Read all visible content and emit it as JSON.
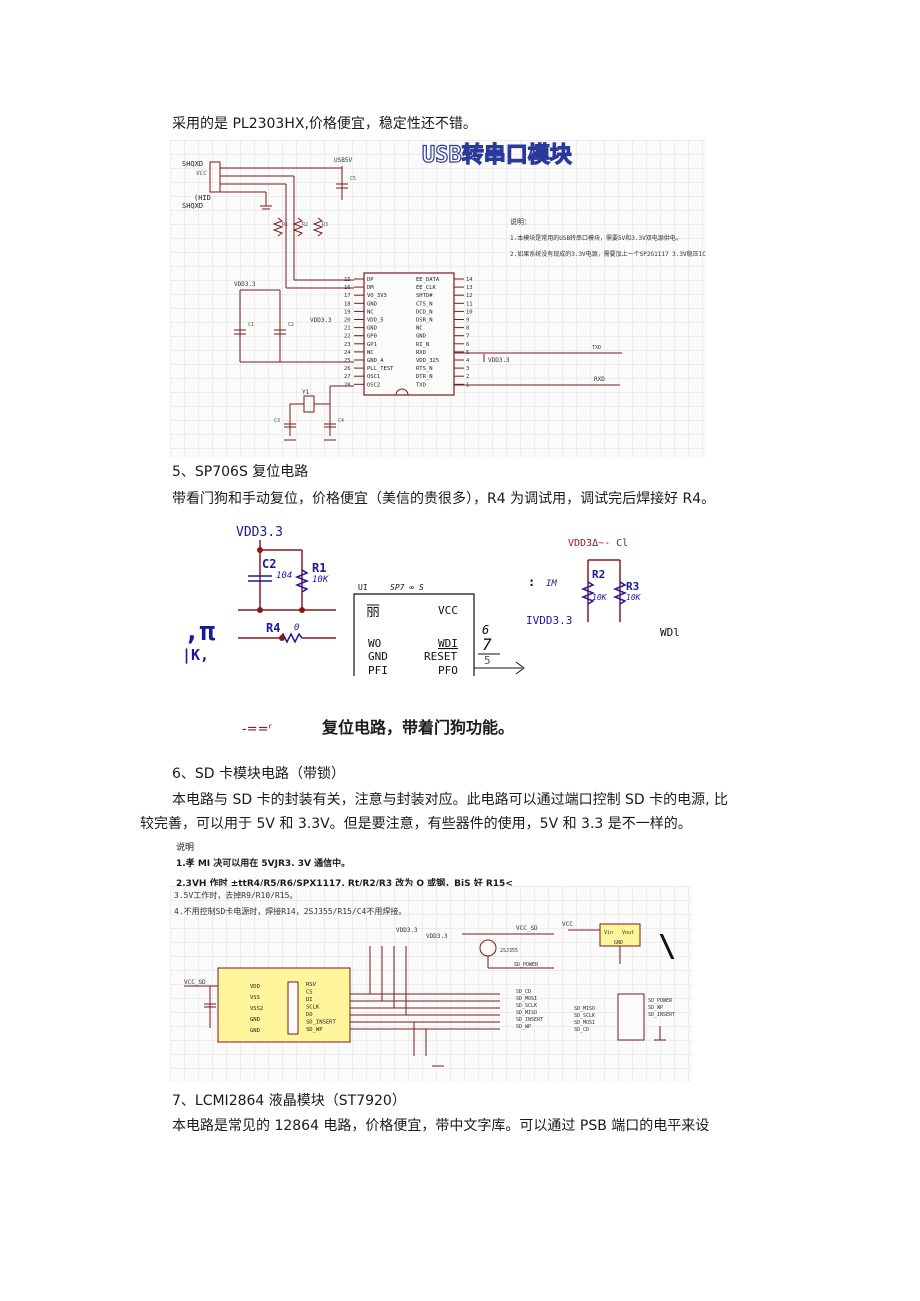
{
  "paragraphs": {
    "p1": "采用的是 PL2303HX,价格便宜，稳定性还不错。",
    "h5": "5、SP706S 复位电路",
    "p5": "带看门狗和手动复位，价格便宜（美信的贵很多），R4 为调试用，调试完后焊接好 R4。",
    "caption5": "复位电路，带着门狗功能。",
    "caption5_prefix": "-==ʳ",
    "h6": "6、SD 卡模块电路（带锁）",
    "p6a": "本电路与 SD 卡的封装有关，注意与封装对应。此电路可以通过端口控制 SD 卡的电源, 比",
    "p6b": "较完善，可以用于 5V 和 3.3V。但是要注意，有些器件的使用，5V 和 3.3 是不一样的。",
    "h7": "7、LCMI2864 液晶模块（ST7920）",
    "p7": "本电路是常见的 12864 电路，价格便宜，带中文字库。可以通过 PSB 端口的电平来设"
  },
  "usb_figure": {
    "title": "USB转串口模块",
    "note_title": "说明：",
    "note1": "1.本模块是常用的USB转串口模块，需要5V和3.3V双电源供电。",
    "note2": "2.如果系统没有现成的3.3V电源，需要加上一个SP2G1117 3.3V稳压IC。",
    "conn": [
      "SHQXD",
      "VCC",
      "(HID",
      "SHQXD"
    ],
    "left_pins": [
      {
        "num": "15",
        "name": "DP"
      },
      {
        "num": "16",
        "name": "DM"
      },
      {
        "num": "17",
        "name": "VO_3V3"
      },
      {
        "num": "18",
        "name": "GND"
      },
      {
        "num": "19",
        "name": "NC"
      },
      {
        "num": "20",
        "name": "VDD_5"
      },
      {
        "num": "21",
        "name": "GND"
      },
      {
        "num": "22",
        "name": "GP0"
      },
      {
        "num": "23",
        "name": "GP1"
      },
      {
        "num": "24",
        "name": "NC"
      },
      {
        "num": "25",
        "name": "GND_A"
      },
      {
        "num": "26",
        "name": "PLL_TEST"
      },
      {
        "num": "27",
        "name": "OSC1"
      },
      {
        "num": "28",
        "name": "OSC2"
      }
    ],
    "right_pins": [
      {
        "num": "14",
        "name": "EE_DATA"
      },
      {
        "num": "13",
        "name": "EE_CLK"
      },
      {
        "num": "12",
        "name": "SHTD#"
      },
      {
        "num": "11",
        "name": "CTS_N"
      },
      {
        "num": "10",
        "name": "DCD_N"
      },
      {
        "num": "9",
        "name": "DSR_N"
      },
      {
        "num": "8",
        "name": "NC"
      },
      {
        "num": "7",
        "name": "GND"
      },
      {
        "num": "6",
        "name": "RI_N"
      },
      {
        "num": "5",
        "name": "RXD"
      },
      {
        "num": "4",
        "name": "VDD_325"
      },
      {
        "num": "3",
        "name": "RTS_N"
      },
      {
        "num": "2",
        "name": "DTR_N"
      },
      {
        "num": "1",
        "name": "TXD"
      }
    ],
    "label_vdd33": "VDD3.3",
    "label_vdd33_b": "VDD3.3",
    "label_vdd33_c": "VDD3.3",
    "label_usb5v": "USB5V",
    "label_txd": "TXD",
    "label_rxd": "RXD",
    "label_y1": "Y1",
    "res": [
      "R1",
      "R2",
      "R3"
    ],
    "caps": [
      "C1",
      "C2",
      "C3",
      "C4",
      "C5"
    ]
  },
  "reset_figure": {
    "vdd": "VDD3.3",
    "c2": "C2",
    "c2_val": "104",
    "r1": "R1",
    "r1_val": "10K",
    "r4": "R4",
    "r4_val": "0",
    "ic_label_left": "UI",
    "ic_label": "SP7 ∞ S",
    "pins_left": [
      "丽",
      "WO",
      "GND",
      "PFI"
    ],
    "pins_right": [
      "VCC",
      "WDI",
      "RESET",
      "PFO"
    ],
    "num_a": "6",
    "num_b": "7",
    "num_c": "5",
    "right_top": "VDD3Δ~- Cl",
    "colon": ":",
    "im": "IM",
    "r2": "R2",
    "r2_val": "10K",
    "r3": "R3",
    "r3_val": "10K",
    "ivdd": "IVDD3.3",
    "wdi": "WDl",
    "glyph1": ",π",
    "glyph2": "|K,"
  },
  "sd_figure": {
    "note_head": "说明",
    "note1": "1.孝 MI 决可以用在 5VJR3. 3V 通信中。",
    "note2": "2.3VH 作时 ±ttR4/R5/R6/SPX1117, Rt/R2/R3 改为 O 或钢，BiS 好 R15<",
    "note3": "3.5V工作时，去掉R9/R10/R15。",
    "note4": "4.不用控制SD卡电源时，焊接R14，2SJ355/R15/C4不用焊接。",
    "vcc_sd": "VCC_SD",
    "vcc_sd_b": "VCC_SD",
    "vcc": "VCC",
    "vdd33": "VDD3.3",
    "vdd33_b": "VDD3.3",
    "q_label": "2SJ355",
    "sd_power": "SD_POWER",
    "reg_in": "Vin",
    "reg_out": "Vout",
    "reg_gnd": "GND",
    "sd_left": [
      "VDD",
      "VSS",
      "VSS2",
      "GND",
      "GND"
    ],
    "sd_right": [
      "RSV",
      "CS",
      "DI",
      "SCLK",
      "DO",
      "SD_INSERT",
      "SD_WP"
    ],
    "nets": [
      "SD_CD",
      "SD_MOSI",
      "SD_SCLK",
      "SD_MISO",
      "SD_INSERT",
      "SD_WP"
    ],
    "conn_nets": [
      "SD_POWER",
      "SD_WP",
      "SD_INSERT"
    ],
    "conn_left": [
      "SD_MISO",
      "SD_SCLK",
      "SD_MOSI",
      "SD_CD"
    ],
    "glyph": "\\ ┏┓"
  },
  "colors": {
    "text": "#1a1a1a",
    "wire": "#7a1a1a",
    "part_fill": "#fff59a",
    "reset_blue": "#1a1a99",
    "reset_red": "#8a1a1a",
    "title_fill": "#ffffff",
    "title_stroke": "#2a3a9a"
  }
}
